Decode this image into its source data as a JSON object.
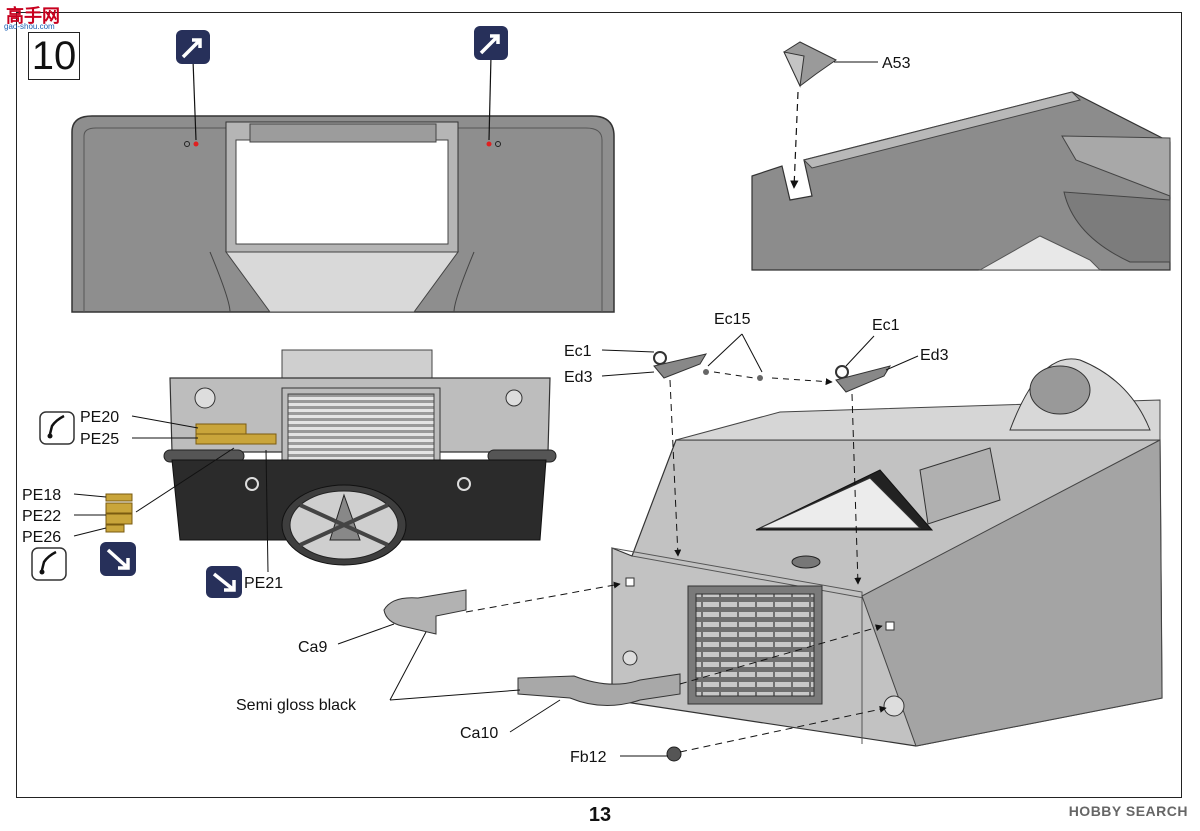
{
  "step_number": "10",
  "page_number": "13",
  "watermark": "HOBBY SEARCH",
  "site_logo": {
    "text": "高手网",
    "url_text": "gao-shou.com"
  },
  "labels": {
    "a53": "A53",
    "ec15": "Ec15",
    "ec1_left": "Ec1",
    "ed3_left": "Ed3",
    "ec1_right": "Ec1",
    "ed3_right": "Ed3",
    "pe20": "PE20",
    "pe25": "PE25",
    "pe18": "PE18",
    "pe22": "PE22",
    "pe26": "PE26",
    "pe21": "PE21",
    "ca9": "Ca9",
    "ca10": "Ca10",
    "fb12": "Fb12",
    "semi_gloss": "Semi gloss black"
  },
  "colors": {
    "hull_gray": "#8a8a8a",
    "light_gray": "#c9c9c9",
    "dark_hull": "#2b2b2b",
    "icon_navy": "#27305a",
    "decal_gold": "#c9a53b"
  }
}
